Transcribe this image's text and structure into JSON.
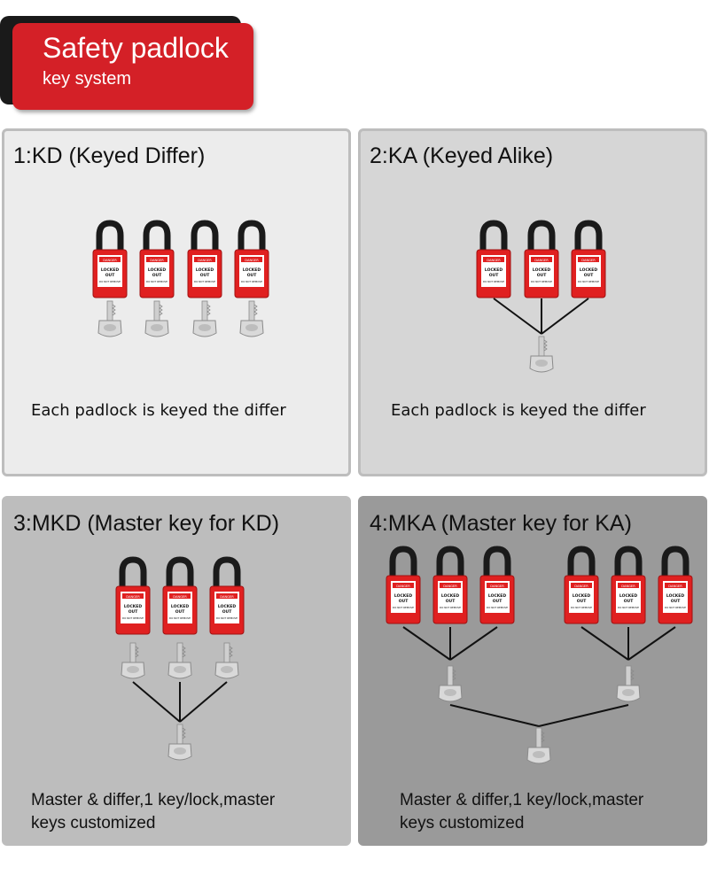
{
  "banner": {
    "title": "Safety padlock",
    "subtitle": "key system"
  },
  "panels": [
    {
      "title": "1:KD (Keyed Differ)",
      "caption": "Each padlock is keyed the differ"
    },
    {
      "title": "2:KA (Keyed Alike)",
      "caption": "Each padlock is keyed the differ"
    },
    {
      "title": "3:MKD (Master key for KD)",
      "caption_line1": "Master & differ,1 key/lock,master",
      "caption_line2": "keys customized"
    },
    {
      "title": "4:MKA (Master key for KA)",
      "caption_line1": "Master & differ,1 key/lock,master",
      "caption_line2": "keys customized"
    }
  ],
  "lock_label": {
    "tag": "DANGER",
    "line1": "LOCKED",
    "line2": "OUT",
    "line3": "DO NOT REMOVE"
  },
  "colors": {
    "banner_red": "#d42027",
    "lock_red": "#e02020",
    "shackle": "#1a1a1a",
    "key_silver": "#cfcfcf"
  }
}
